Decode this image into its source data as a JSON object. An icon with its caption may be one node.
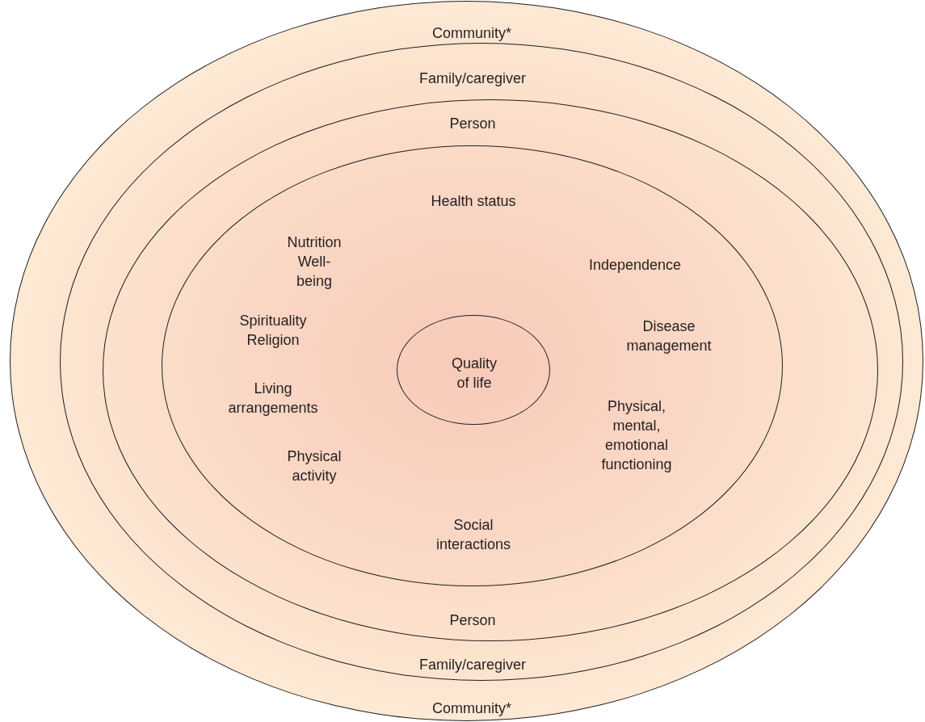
{
  "diagram": {
    "nodes": [
      {
        "text": [
          "Community*",
          "Community*"
        ]
      },
      {
        "text": [
          "Family/caregiver",
          "Family/caregiver"
        ],
        "in": 0
      },
      {
        "text": [
          "Person",
          "Person"
        ],
        "in": 1
      },
      {
        "text": [
          "Health status",
          "Nutrition Well-being",
          "Independence",
          "Spirituality Religion",
          "Disease management",
          "Living arrangements",
          "Physical, mental, emotional functioning",
          "Physical activity",
          "Social interactions"
        ],
        "in": 2
      },
      {
        "text": [
          "Quality of life"
        ],
        "in": 3
      }
    ]
  }
}
